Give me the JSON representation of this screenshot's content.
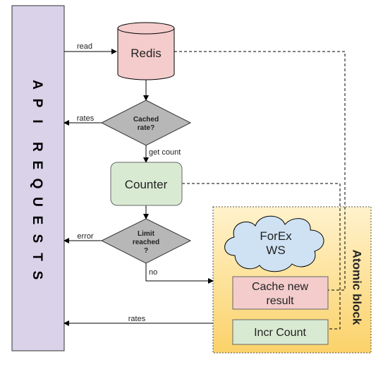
{
  "api": {
    "letters_line1": [
      "A",
      "P",
      "I"
    ],
    "letters_line2": [
      "R",
      "E",
      "Q",
      "U",
      "E",
      "S",
      "T",
      "S"
    ]
  },
  "nodes": {
    "redis": "Redis",
    "cached_rate": [
      "Cached",
      "rate?"
    ],
    "counter": "Counter",
    "limit_reached": [
      "Limit",
      "reached",
      "?"
    ],
    "forex_ws": [
      "ForEx",
      "WS"
    ],
    "cache_new_result": [
      "Cache new",
      "result"
    ],
    "incr_count": "Incr Count",
    "atomic_block": "Atomic block"
  },
  "edges": {
    "read": "read",
    "rates_cached": "rates",
    "get_count": "get count",
    "error": "error",
    "no": "no",
    "rates_atomic": "rates"
  },
  "colors": {
    "api_fill": "#d9d2e9",
    "redis_fill": "#f4cccc",
    "decision_fill": "#b7b7b7",
    "counter_fill": "#d9ead3",
    "cloud_fill": "#cfe2f3",
    "cache_fill": "#f4cccc",
    "incr_fill": "#d9ead3",
    "atomic_top": "#fff2cc",
    "atomic_bottom": "#fbd26a"
  }
}
